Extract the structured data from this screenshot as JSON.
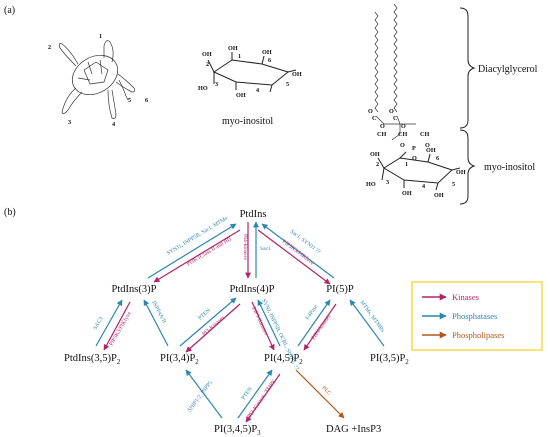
{
  "panels": {
    "a": "(a)",
    "b": "(b)"
  },
  "turtle": {
    "labels": [
      "1",
      "2",
      "3",
      "4",
      "5",
      "6"
    ]
  },
  "inositol": {
    "caption": "myo-inositol",
    "oh": [
      "OH",
      "OH",
      "HO",
      "OH",
      "OH",
      "OH"
    ],
    "nums": [
      "1",
      "2",
      "3",
      "4",
      "5",
      "6"
    ]
  },
  "lipid": {
    "braces": {
      "top": "Diacylglycerol",
      "bottom": "myo-inositol"
    },
    "parts": [
      "O",
      "C",
      "O",
      "O",
      "C",
      "O",
      "CH",
      "CH",
      "CH",
      "O",
      "P",
      "O",
      "O"
    ],
    "oh": [
      "OH",
      "OH",
      "HO",
      "OH",
      "OH",
      "OH"
    ],
    "nums": [
      "1",
      "2",
      "3",
      "4",
      "5",
      "6"
    ]
  },
  "nodes": {
    "ptdins": "PtdIns",
    "ptdins3p": "PtdIns(3)P",
    "ptdins4p": "PtdIns(4)P",
    "pi5p": "PI(5)P",
    "ptdins35p2": "PtdIns(3,5)P",
    "pi34p2": "PI(3,4)P",
    "pi45p2": "PI(4,5)P",
    "pi35p2": "PI(3,5)P",
    "pi345p3": "PI(3,4,5)P",
    "dag": "DAG +InsP3",
    "sub2": "2",
    "sub3": "3"
  },
  "enzymes": {
    "syn": "SYNJ1, INPP5B, Sac1, MTMs",
    "pi3k_class": "PI3K (Class II and III)",
    "pi4k": "PI4-kinases",
    "sac1": "Sac1",
    "sac1_synj": "Sac1, SYNJ1 ??",
    "pip5k_pikfyve_top": "PIP5K3/PIKfyve",
    "sac3": "SAC3",
    "pikfyve": "PIP5K3/PIKfyve",
    "inpp4ab": "INPP4A/B",
    "pten1": "PTEN",
    "pi3k_mid": "PI3-Kinases",
    "synj_ocrl": "SYNJ, INPP5B, OCRL, SHIP2, ??",
    "pip5kinases": "PIP5-Kinases",
    "ipp": "I-4Pase",
    "pip4kinases": "PIP4-kinases",
    "mtms": "MTMs, MTMRs",
    "ship": "SHIP1/2, INPP5",
    "pten2": "PTEN",
    "pi3k_ampk": "PI3-Kinases, TMPK",
    "plc": "PLC"
  },
  "legend": {
    "items": [
      "Kinases",
      "Phosphatases",
      "Phospholipases"
    ],
    "colors": {
      "kinase": "#b0246a",
      "phosphatase": "#2c86b0",
      "phospholipase": "#b2571a",
      "border": "#f2d21b"
    }
  }
}
